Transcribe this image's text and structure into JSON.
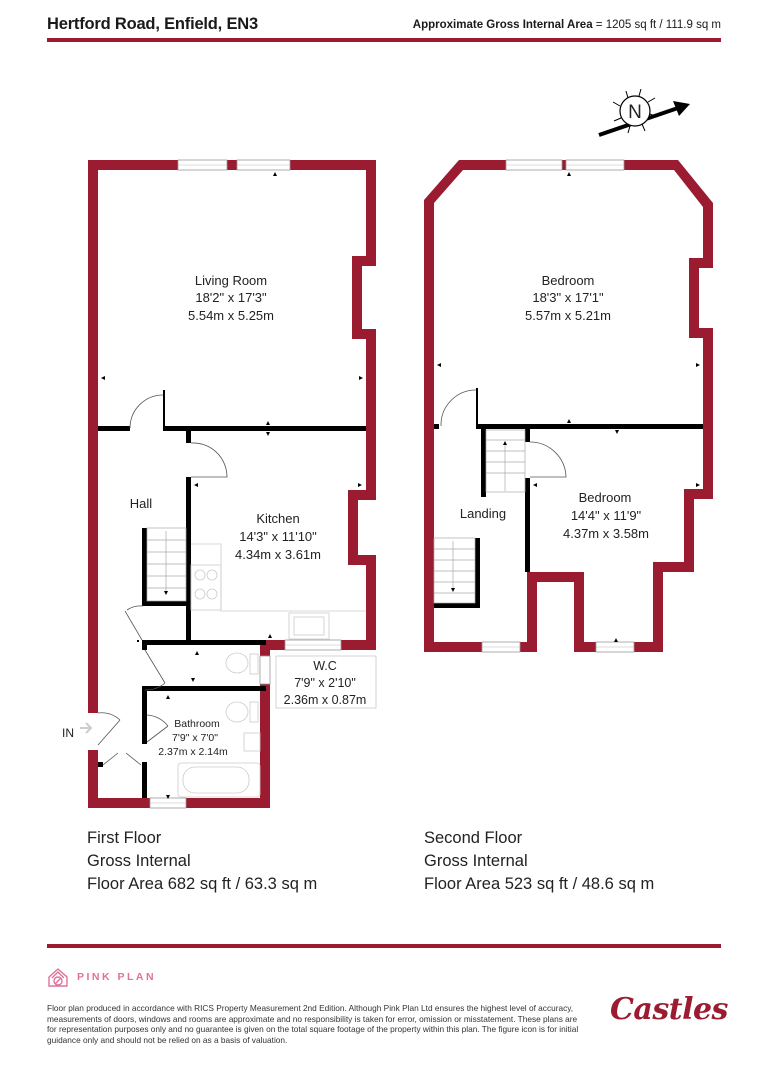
{
  "header": {
    "title": "Hertford Road, Enfield, EN3",
    "area_label": "Approximate Gross Internal Area",
    "area_value": "= 1205 sq ft / 111.9 sq m"
  },
  "compass": {
    "icon": "north-arrow-icon",
    "label": "N"
  },
  "colors": {
    "wall": "#9b1b30",
    "brand_pink": "#e0719a",
    "rule": "#9b1b30"
  },
  "floors": [
    {
      "name": "First Floor",
      "summary_line1": "First Floor",
      "summary_line2": "Gross Internal",
      "summary_line3": "Floor Area 682 sq ft / 63.3 sq m",
      "entrance_label": "IN",
      "rooms": [
        {
          "name": "Living Room",
          "imperial": "18'2\" x 17'3\"",
          "metric": "5.54m x 5.25m"
        },
        {
          "name": "Hall"
        },
        {
          "name": "Kitchen",
          "imperial": "14'3\" x 11'10\"",
          "metric": "4.34m x 3.61m"
        },
        {
          "name": "W.C",
          "imperial": "7'9\" x 2'10\"",
          "metric": "2.36m x 0.87m"
        },
        {
          "name": "Bathroom",
          "imperial": "7'9\" x 7'0\"",
          "metric": "2.37m x 2.14m"
        }
      ]
    },
    {
      "name": "Second Floor",
      "summary_line1": "Second Floor",
      "summary_line2": "Gross Internal",
      "summary_line3": "Floor Area 523 sq ft / 48.6 sq m",
      "rooms": [
        {
          "name": "Bedroom",
          "imperial": "18'3\" x 17'1\"",
          "metric": "5.57m x 5.21m"
        },
        {
          "name": "Landing"
        },
        {
          "name": "Bedroom",
          "imperial": "14'4\" x 11'9\"",
          "metric": "4.37m x 3.58m"
        }
      ]
    }
  ],
  "footer": {
    "brand": "PINK PLAN",
    "brand_icon": "pink-plan-house-icon",
    "disclaimer": "Floor plan produced in accordance with RICS Property Measurement 2nd Edition. Although Pink Plan Ltd ensures the highest level of accuracy, measurements of doors, windows and rooms are approximate and no responsibility is taken for error, omission or misstatement. These plans are for representation purposes only and no guarantee is given on the total square footage of the property within this plan. The figure icon is for initial guidance only and should not be relied on as a basis of valuation.",
    "agent_logo": "Castles"
  }
}
